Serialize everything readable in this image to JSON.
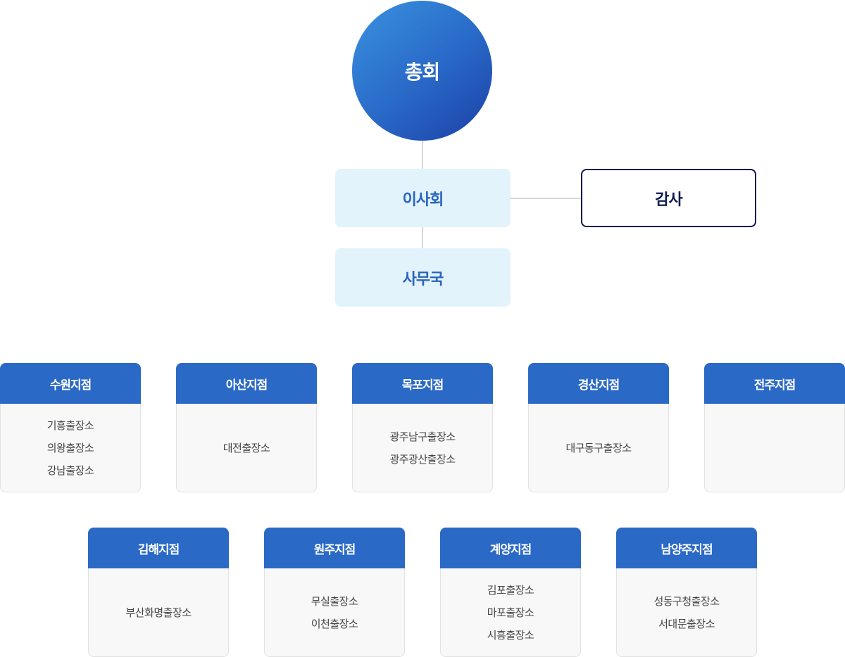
{
  "top": {
    "general_assembly": "총회",
    "board": "이사회",
    "secretariat": "사무국",
    "audit": "감사"
  },
  "branches_row1": [
    {
      "name": "수원지점",
      "offices": [
        "기흥출장소",
        "의왕출장소",
        "강남출장소"
      ]
    },
    {
      "name": "아산지점",
      "offices": [
        "대전출장소"
      ]
    },
    {
      "name": "목포지점",
      "offices": [
        "광주남구출장소",
        "광주광산출장소"
      ]
    },
    {
      "name": "경산지점",
      "offices": [
        "대구동구출장소"
      ]
    },
    {
      "name": "전주지점",
      "offices": []
    }
  ],
  "branches_row2": [
    {
      "name": "김해지점",
      "offices": [
        "부산화명출장소"
      ]
    },
    {
      "name": "원주지점",
      "offices": [
        "무실출장소",
        "이천출장소"
      ]
    },
    {
      "name": "계양지점",
      "offices": [
        "김포출장소",
        "마포출장소",
        "시흥출장소"
      ]
    },
    {
      "name": "남양주지점",
      "offices": [
        "성동구청출장소",
        "서대문출장소"
      ]
    }
  ]
}
